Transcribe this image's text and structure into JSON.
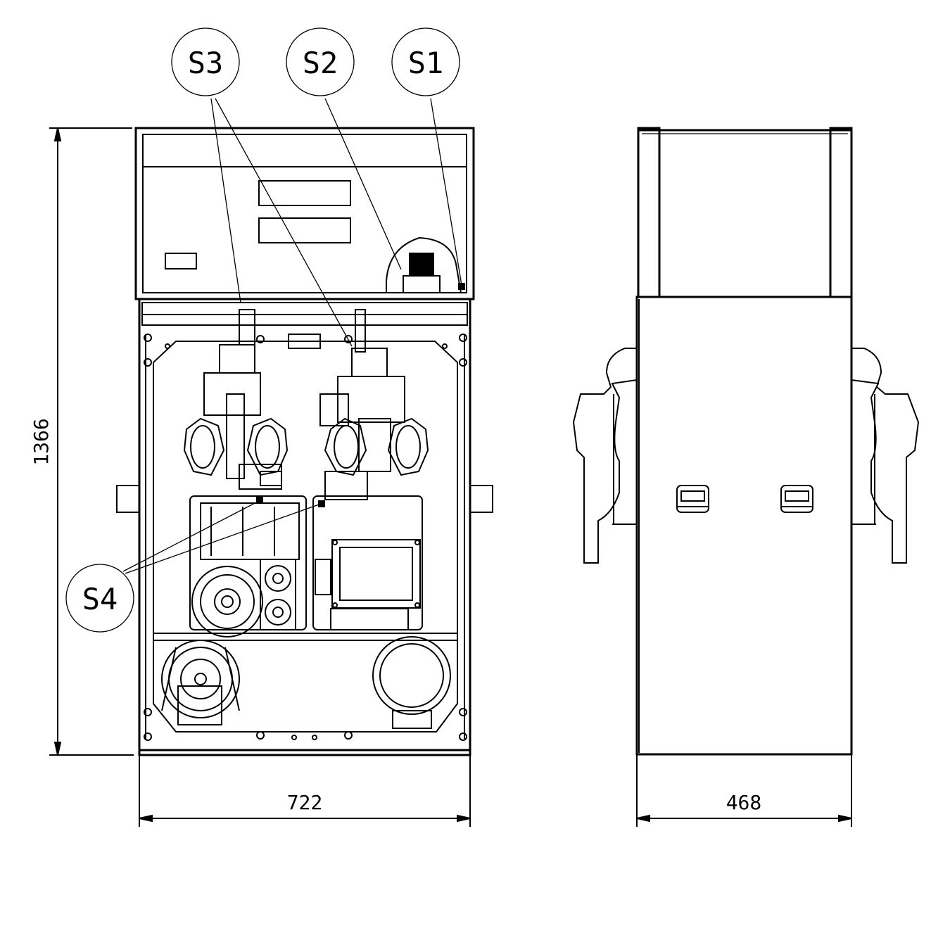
{
  "callouts": {
    "s1": "S1",
    "s2": "S2",
    "s3": "S3",
    "s4": "S4"
  },
  "dimensions": {
    "height": "1366",
    "front_width": "722",
    "side_width": "468"
  },
  "colors": {
    "line": "#000000",
    "background": "#ffffff"
  }
}
